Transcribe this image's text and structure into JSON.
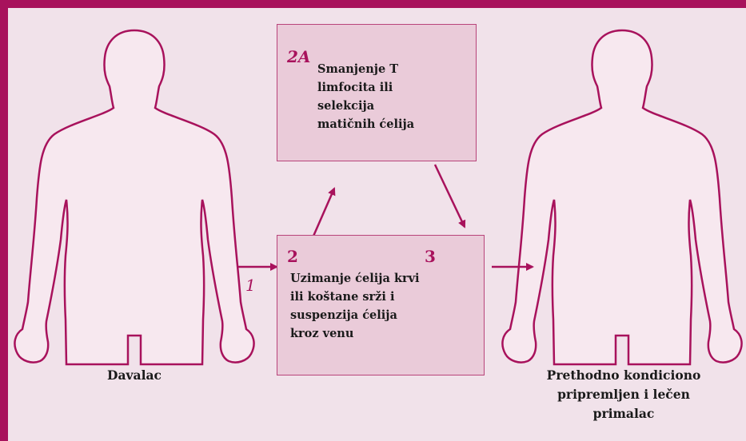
{
  "colors": {
    "background": "#f1e2ea",
    "frame": "#a8125c",
    "accent": "#a8125c",
    "body_fill": "#f7e8ef",
    "box_fill": "#eacbd9"
  },
  "step1": {
    "label": "1"
  },
  "box_top": {
    "step_label": "2A",
    "text": "Smanjenje T\nlimfocita ili\nselekcija\nmatičnih ćelija"
  },
  "box_bottom": {
    "step2_label": "2",
    "step3_label": "3",
    "text": "Uzimanje ćelija krvi\nili koštane srži i\nsuspenzija ćelija\nkroz venu"
  },
  "donor": {
    "caption": "Davalac"
  },
  "recipient": {
    "caption": "Prethodno kondiciono\npripremljen i lečen\nprimalac"
  }
}
